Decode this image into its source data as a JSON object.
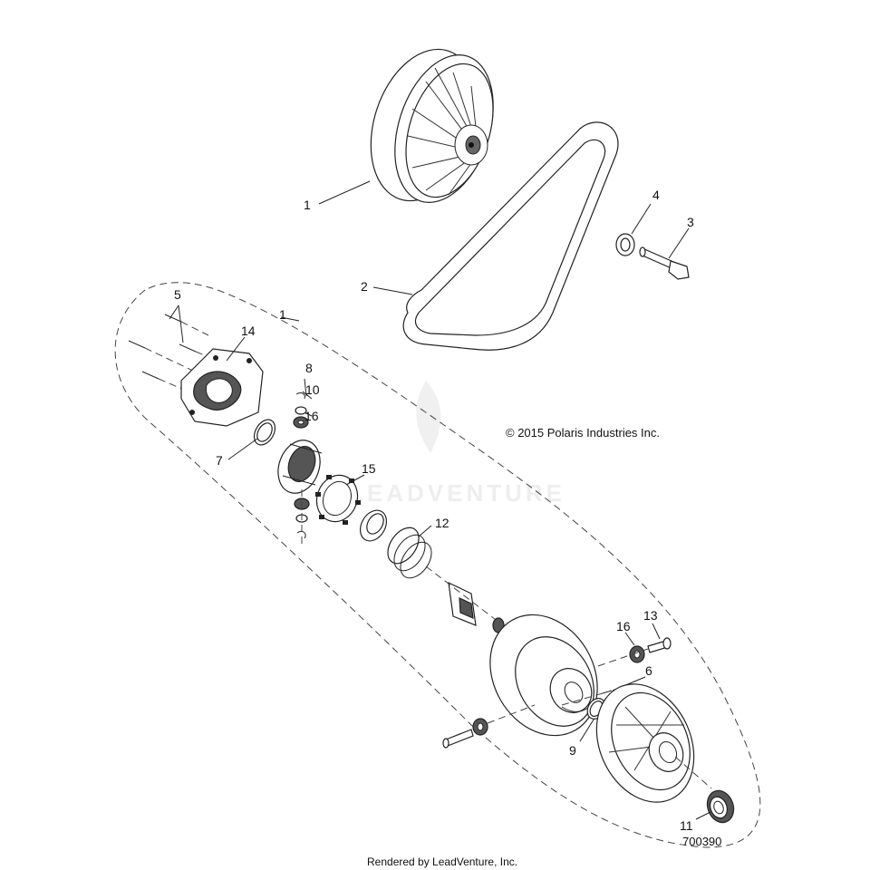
{
  "copyright": "© 2015 Polaris Industries Inc.",
  "watermark": "LEADVENTURE",
  "footer": "Rendered by LeadVenture, Inc.",
  "diagram_number": "700390",
  "callouts": {
    "drive_clutch": "1",
    "belt": "2",
    "bolt": "3",
    "washer": "4",
    "screws": "5",
    "pin": "6",
    "ring_7": "7",
    "clip_8": "8",
    "ring_9": "9",
    "washer_10": "10",
    "bearing_11": "11",
    "spring": "12",
    "bolt_13": "13",
    "spider_cover": "14",
    "button_plate": "15",
    "roller_16a": "16",
    "roller_16b": "16",
    "driven_assembly": "1"
  }
}
